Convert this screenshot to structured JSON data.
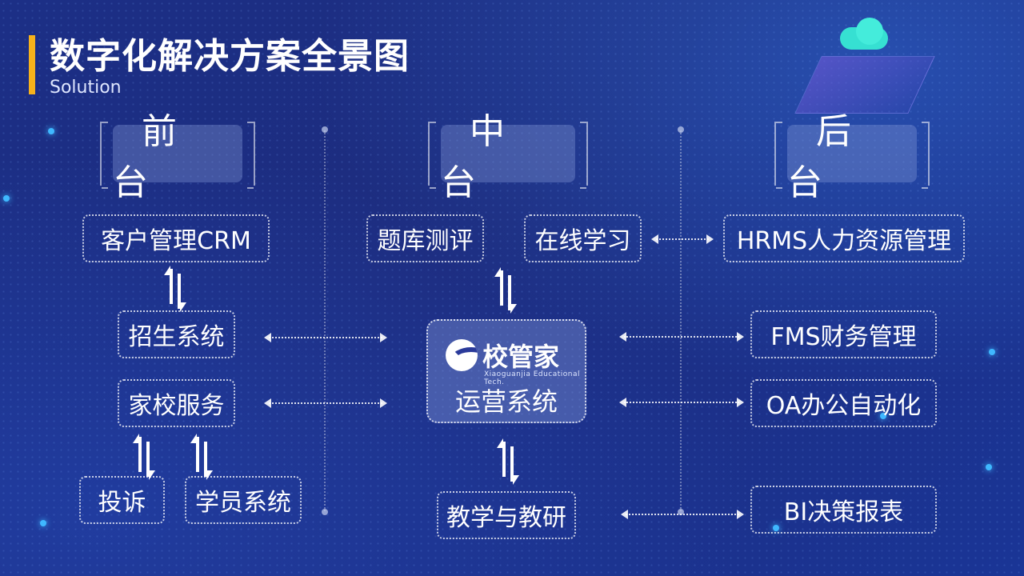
{
  "title": "数字化解决方案全景图",
  "subtitle": "Solution",
  "sections": {
    "front": "前台",
    "middle": "中台",
    "back": "后台"
  },
  "front_items": {
    "crm": "客户管理CRM",
    "enroll": "招生系统",
    "home_school": "家校服务",
    "complaint": "投诉",
    "student": "学员系统"
  },
  "middle_items": {
    "question_bank": "题库测评",
    "online_learning": "在线学习",
    "logo_name": "校管家",
    "logo_tagline": "Xiaoguanjia Educational Tech.",
    "core_system": "运营系统",
    "teaching": "教学与教研"
  },
  "back_items": {
    "hrms": "HRMS人力资源管理",
    "fms": "FMS财务管理",
    "oa": "OA办公自动化",
    "bi": "BI决策报表"
  },
  "colors": {
    "accent": "#f7b21b",
    "background": "#1d2c7e",
    "cloud": "#36e0d2"
  }
}
